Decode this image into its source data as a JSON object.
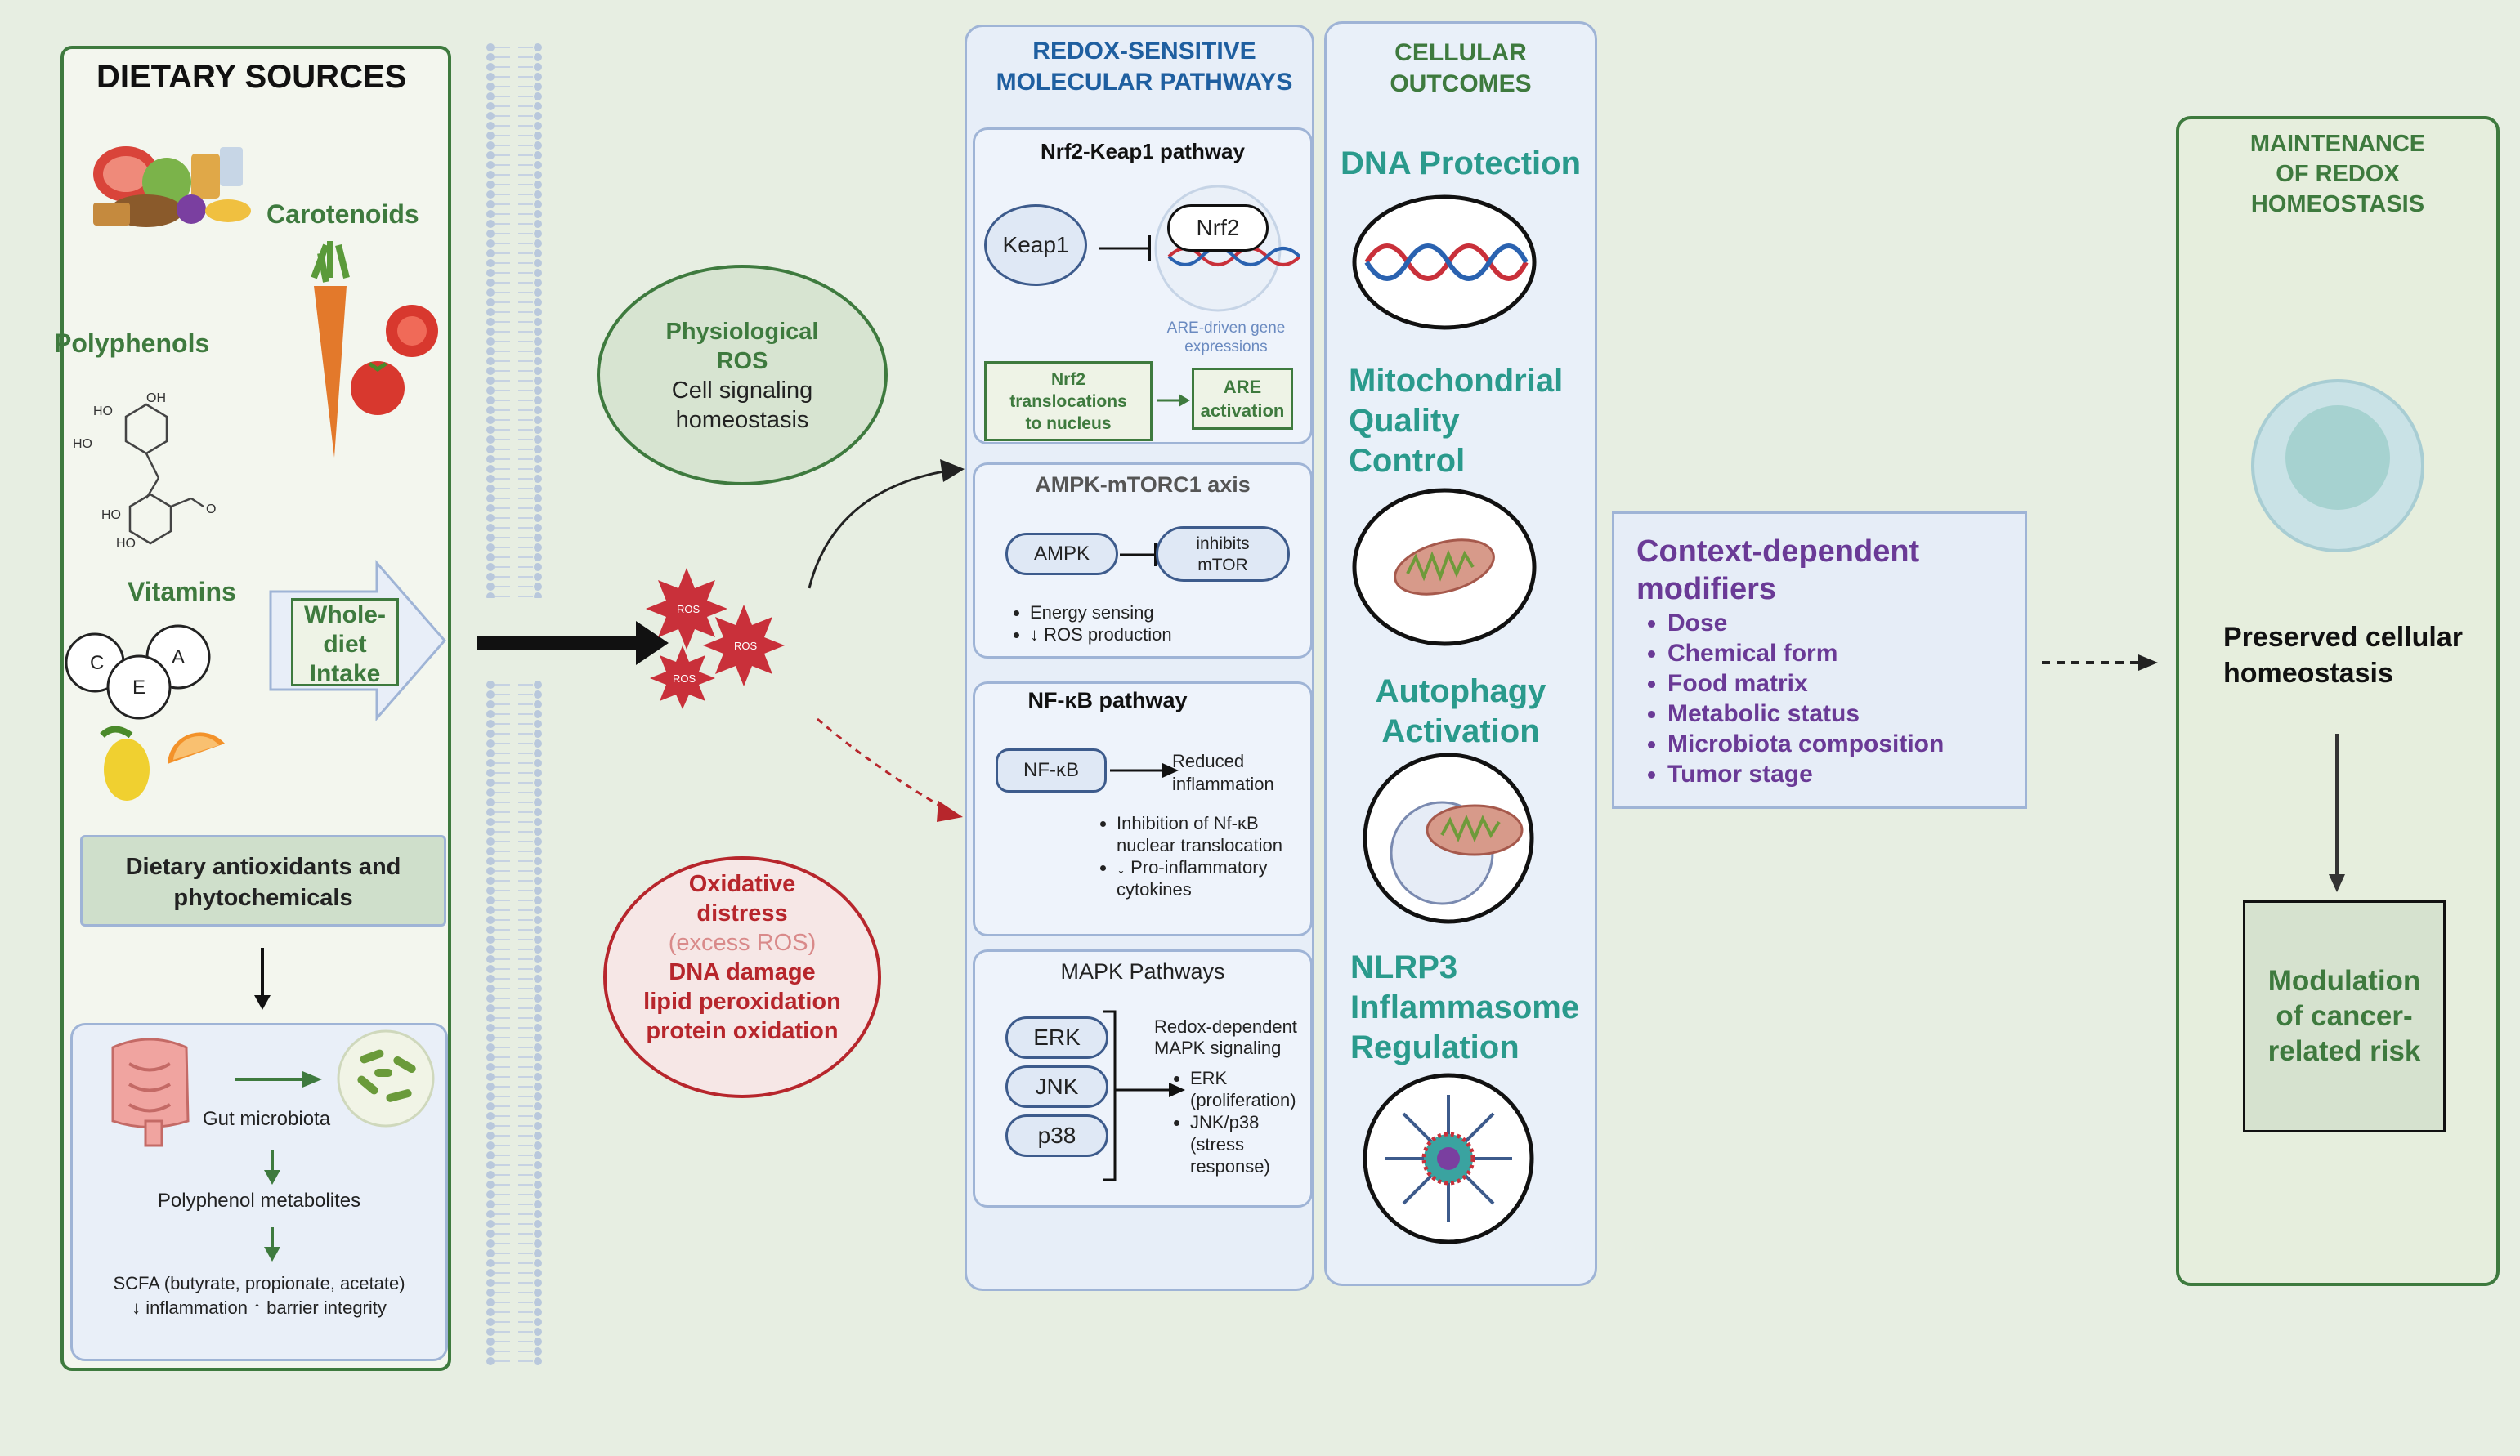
{
  "left": {
    "title": "DIETARY SOURCES",
    "carotenoids": "Carotenoids",
    "polyphenols": "Polyphenols",
    "vitamins": "Vitamins",
    "vitamin_letters": [
      "C",
      "A",
      "E"
    ],
    "chem_labels": [
      "HO",
      "OH",
      "HO",
      "HO",
      "HO",
      "O"
    ],
    "whole_diet": "Whole-\ndiet\nIntake",
    "antioxidants": "Dietary antioxidants and\nphytochemicals",
    "gut_microbiota": "Gut microbiota",
    "polyphenol_metabolites": "Polyphenol metabolites",
    "scfa_line1": "SCFA (butyrate, propionate, acetate)",
    "scfa_line2": "↓ inflammation ↑ barrier integrity"
  },
  "ros": {
    "label": "ROS",
    "physio_line1": "Physiological\nROS",
    "physio_line2": "Cell signaling\nhomeostasis",
    "oxidative_line1": "Oxidative\ndistress",
    "oxidative_line2": "(excess ROS)",
    "oxidative_line3": "DNA damage\nlipid peroxidation\nprotein oxidation"
  },
  "pathways": {
    "title": "REDOX-SENSITIVE\nMOLECULAR PATHWAYS",
    "nrf2_keap1": {
      "title": "Nrf2-Keap1 pathway",
      "keap1": "Keap1",
      "nrf2": "Nrf2",
      "are_caption": "ARE-driven gene\nexpressions",
      "translocation": "Nrf2\ntranslocations\nto nucleus",
      "are_activation": "ARE\nactivation"
    },
    "ampk": {
      "title": "AMPK-mTORC1 axis",
      "ampk": "AMPK",
      "mtor": "inhibits\nmTOR",
      "bullets": [
        "Energy sensing",
        "↓ ROS production"
      ]
    },
    "nfkb": {
      "title": "NF-κB pathway",
      "nfkb": "NF-κB",
      "result": "Reduced\ninflammation",
      "bullets": [
        "Inhibition of Nf-κB nuclear translocation",
        "↓ Pro-inflammatory cytokines"
      ]
    },
    "mapk": {
      "title": "MAPK Pathways",
      "kinases": [
        "ERK",
        "JNK",
        "p38"
      ],
      "signaling": "Redox-dependent\nMAPK signaling",
      "bullets": [
        "ERK (proliferation)",
        "JNK/p38 (stress response)"
      ]
    }
  },
  "outcomes": {
    "title": "CELLULAR\nOUTCOMES",
    "dna": "DNA Protection",
    "mito": "Mitochondrial\nQuality\nControl",
    "autophagy": "Autophagy\nActivation",
    "nlrp3": "NLRP3\nInflammasome\nRegulation"
  },
  "modifiers": {
    "title": "Context-dependent\nmodifiers",
    "items": [
      "Dose",
      "Chemical form",
      "Food matrix",
      "Metabolic status",
      "Microbiota composition",
      "Tumor stage"
    ]
  },
  "redox": {
    "title": "MAINTENANCE\nOF REDOX\nHOMEOSTASIS",
    "preserved": "Preserved cellular\nhomeostasis",
    "modulation": "Modulation\nof cancer-\nrelated risk"
  },
  "colors": {
    "green_border": "#3e7a3e",
    "blue_border": "#9fb4d6",
    "teal_text": "#2a9a8c",
    "purple_text": "#6a3a96",
    "red_text": "#b7262c"
  }
}
